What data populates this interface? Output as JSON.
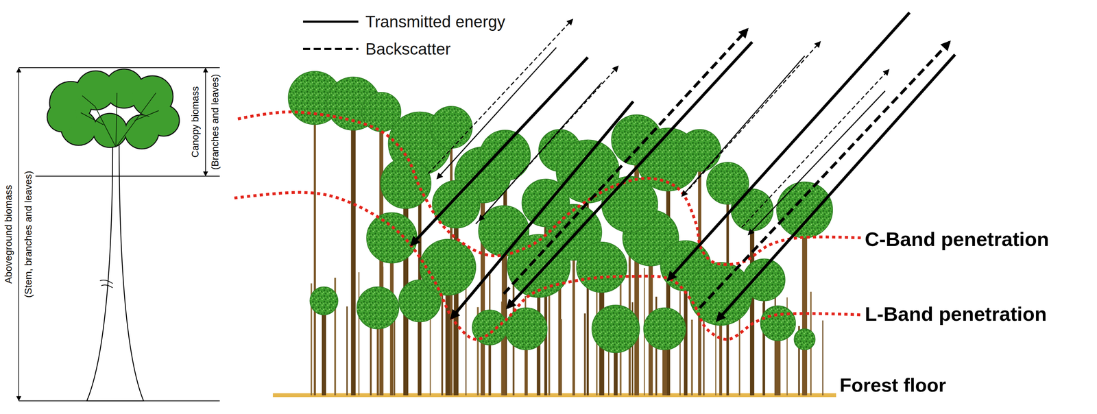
{
  "diagram": {
    "labels": [
      "Aboveground biomass",
      "(Stem, branches and leaves)",
      "Canopy biomass",
      "(Branches and leaves)",
      "C-Band penetration",
      "L-Band penetration",
      "Forest floor"
    ],
    "legend": [
      {
        "text": "Transmitted energy"
      },
      {
        "text": "Backscatter"
      }
    ]
  }
}
